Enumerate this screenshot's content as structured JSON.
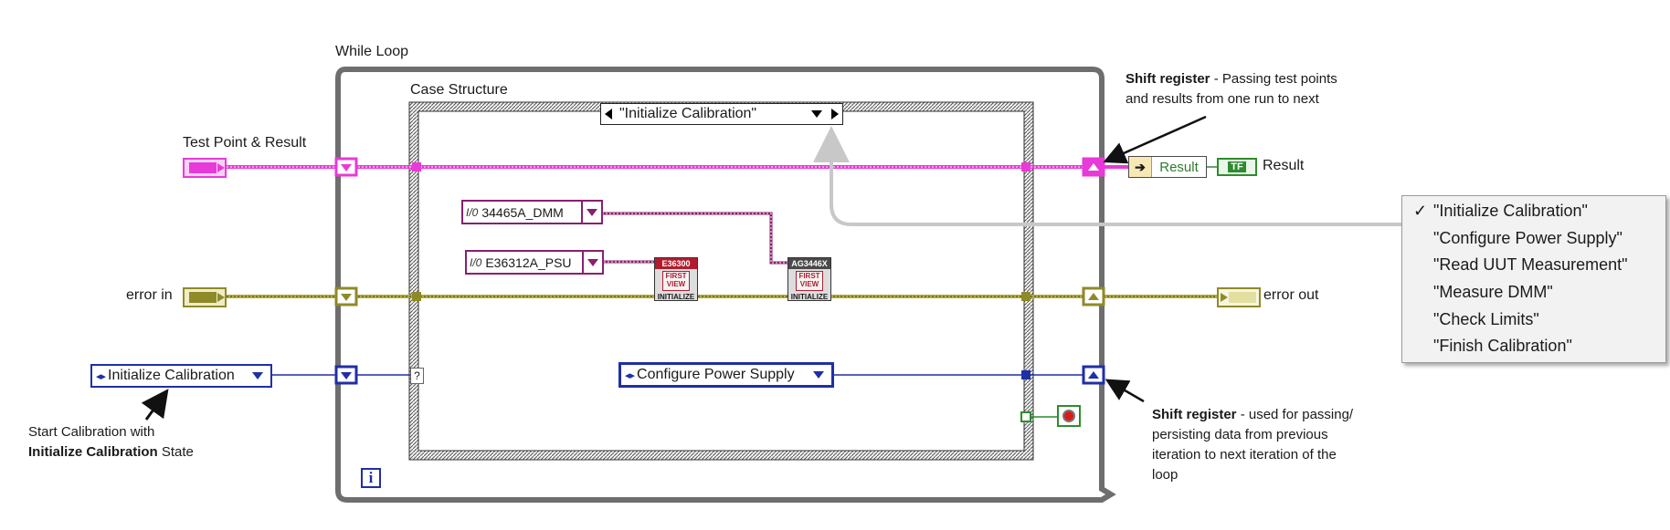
{
  "diagram": {
    "while_loop_label": "While Loop",
    "case_structure_label": "Case Structure",
    "case_selector_value": "\"Initialize Calibration\"",
    "test_point_label": "Test Point & Result",
    "error_in_label": "error in",
    "error_out_label": "error out",
    "result_indicator_label": "Result",
    "result_terminal_label": "Result",
    "result_terminal_badge": "TF",
    "start_enum_value": "Initialize Calibration",
    "inner_enum_value": "Configure Power Supply",
    "dmm_resource": "34465A_DMM",
    "psu_resource": "E36312A_PSU",
    "visa_glyph": "I/0",
    "selector_terminal": "?",
    "loop_iteration": "i",
    "psu_vi": {
      "header": "E36300",
      "icon": "FIRST VIEW",
      "footer": "INITIALIZE"
    },
    "dmm_vi": {
      "header": "AG3446X",
      "icon": "FIRST VIEW",
      "footer": "INITIALIZE"
    }
  },
  "annotations": {
    "shift_register_top_title": "Shift register",
    "shift_register_top_text_1": " - Passing test points",
    "shift_register_top_text_2": "and results from one run to next",
    "shift_register_bottom_title": "Shift register",
    "shift_register_bottom_text_1": " - used for passing/",
    "shift_register_bottom_text_2": "persisting data from previous",
    "shift_register_bottom_text_3": "iteration to next iteration of the",
    "shift_register_bottom_text_4": "loop",
    "start_note_1": "Start Calibration with",
    "start_note_bold": "Initialize Calibration",
    "start_note_2": " State"
  },
  "case_menu": {
    "check": "✓",
    "items": [
      "\"Initialize Calibration\"",
      "\"Configure Power Supply\"",
      "\"Read UUT Measurement\"",
      "\"Measure DMM\"",
      "\"Check Limits\"",
      "\"Finish Calibration\""
    ],
    "selected_index": 0
  },
  "colors": {
    "cluster_wire": "#e83ad8",
    "error_wire": "#b5ad38",
    "enum_wire": "#1f2fa6",
    "visa_wire": "#8a1f6e",
    "loop_border": "#6e6e6e",
    "annotation_arrow": "#c8c8c8"
  },
  "icons": [
    "visa-resource-icon",
    "cluster-control-icon",
    "error-cluster-icon",
    "shift-register-icon",
    "loop-iteration-icon",
    "stop-button-icon",
    "enum-arrows-icon",
    "instrument-initialize-vi-icon"
  ]
}
